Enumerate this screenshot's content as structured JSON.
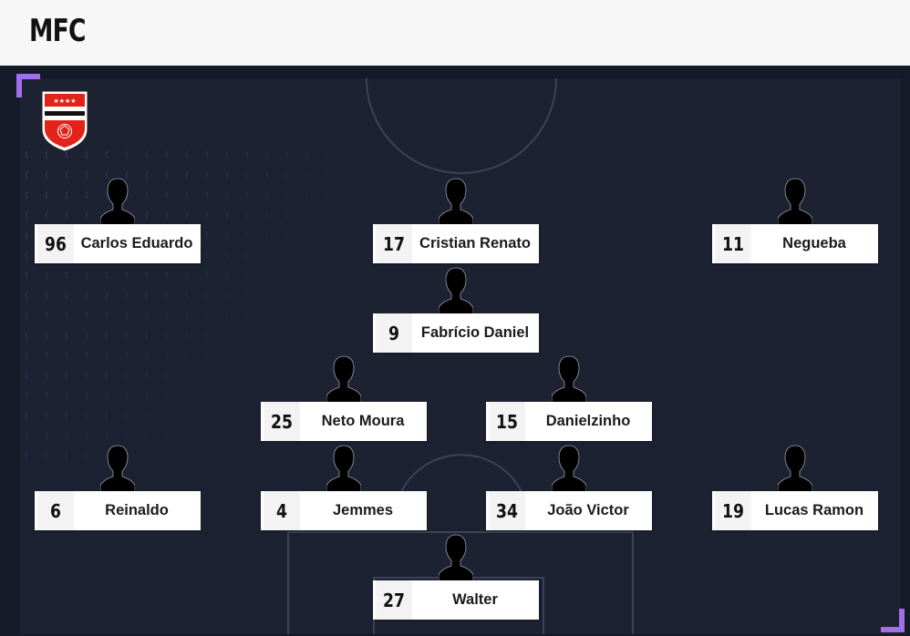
{
  "team": {
    "name": "MFC"
  },
  "colors": {
    "pitch": "#1c2232",
    "background": "#141a27",
    "accent": "#a070ea",
    "badge_red": "#e2231a"
  },
  "badge": {
    "icon": "club-crest-icon"
  },
  "players": [
    {
      "number": "96",
      "name": "Carlos Eduardo"
    },
    {
      "number": "17",
      "name": "Cristian Renato"
    },
    {
      "number": "11",
      "name": "Negueba"
    },
    {
      "number": "9",
      "name": "Fabrício Daniel"
    },
    {
      "number": "25",
      "name": "Neto Moura"
    },
    {
      "number": "15",
      "name": "Danielzinho"
    },
    {
      "number": "6",
      "name": "Reinaldo"
    },
    {
      "number": "4",
      "name": "Jemmes"
    },
    {
      "number": "34",
      "name": "João Victor"
    },
    {
      "number": "19",
      "name": "Lucas Ramon"
    },
    {
      "number": "27",
      "name": "Walter"
    }
  ]
}
